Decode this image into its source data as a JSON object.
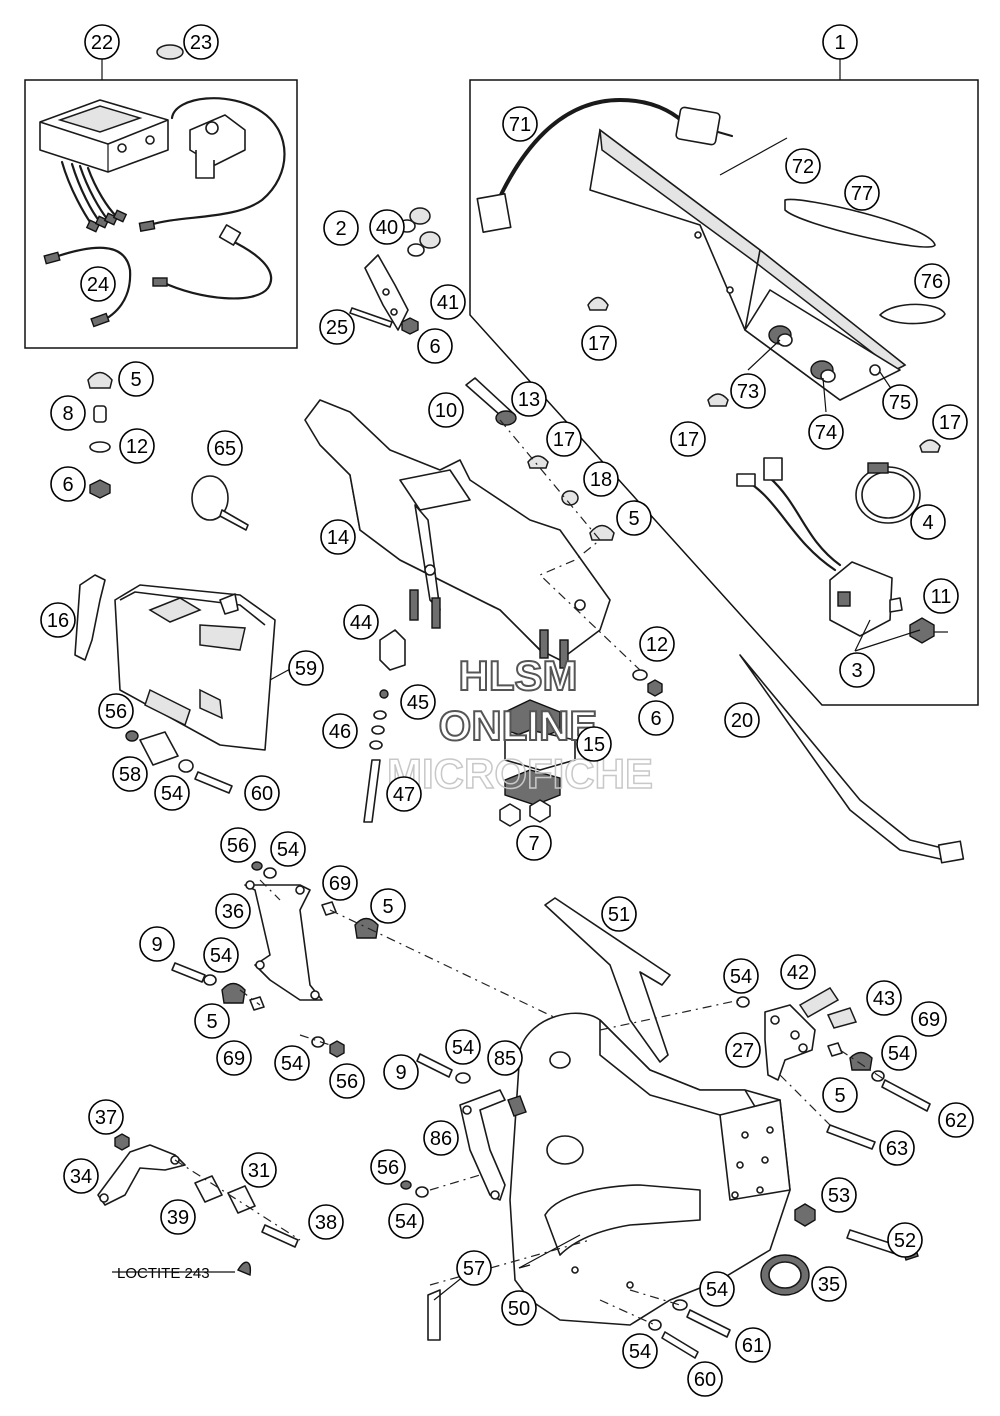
{
  "watermark": {
    "line1": "HLSM",
    "line2": "ONLINE",
    "line3": "MICROFICHE"
  },
  "note": "LOCTITE 243",
  "callouts": {
    "c1": "1",
    "c22": "22",
    "c23": "23",
    "c24": "24",
    "c71": "71",
    "c72": "72",
    "c77": "77",
    "c76": "76",
    "c73": "73",
    "c74": "74",
    "c75": "75",
    "c17a": "17",
    "c17b": "17",
    "c17c": "17",
    "c17d": "17",
    "c4": "4",
    "c11": "11",
    "c3": "3",
    "c20": "20",
    "c40": "40",
    "c41": "41",
    "c2": "2",
    "c25": "25",
    "c6a": "6",
    "c10": "10",
    "c13": "13",
    "c18": "18",
    "c5a": "5",
    "c14": "14",
    "c12a": "12",
    "c6b": "6",
    "c5b": "5",
    "c8": "8",
    "c12b": "12",
    "c6c": "6",
    "c65": "65",
    "c16": "16",
    "c59": "59",
    "c56a": "56",
    "c58": "58",
    "c54a": "54",
    "c60a": "60",
    "c44": "44",
    "c45": "45",
    "c46": "46",
    "c47": "47",
    "c15": "15",
    "c7": "7",
    "c56b": "56",
    "c54b": "54",
    "c69a": "69",
    "c5c": "5",
    "c36": "36",
    "c9a": "9",
    "c54c": "54",
    "c5d": "5",
    "c69b": "69",
    "c54d": "54",
    "c56c": "56",
    "c51": "51",
    "c54e": "54",
    "c42": "42",
    "c43": "43",
    "c69c": "69",
    "c27": "27",
    "c54f": "54",
    "c5e": "5",
    "c62": "62",
    "c63": "63",
    "c9b": "9",
    "c54g": "54",
    "c85": "85",
    "c86": "86",
    "c37": "37",
    "c34": "34",
    "c31": "31",
    "c39": "39",
    "c38": "38",
    "c56d": "56",
    "c54h": "54",
    "c53": "53",
    "c52": "52",
    "c35": "35",
    "c57": "57",
    "c50": "50",
    "c54i": "54",
    "c61": "61",
    "c54j": "54",
    "c60b": "60"
  }
}
